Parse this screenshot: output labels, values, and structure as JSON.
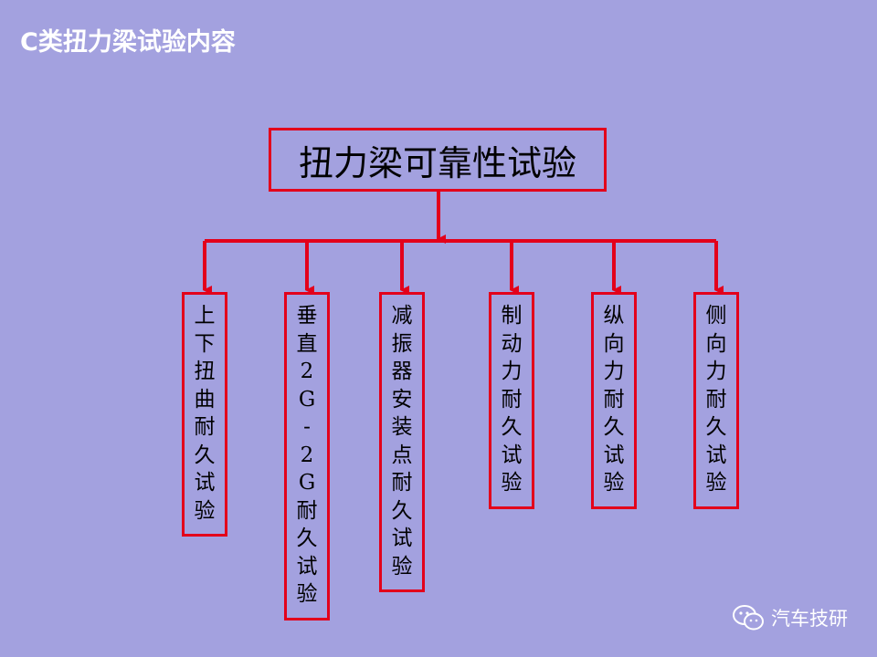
{
  "title": "C类扭力梁试验内容",
  "root": {
    "label": "扭力梁可靠性试验"
  },
  "children": [
    {
      "label": "上下扭曲耐久试验"
    },
    {
      "label": "垂直2G-2G耐久试验"
    },
    {
      "label": "减振器安装点耐久试验"
    },
    {
      "label": "制动力耐久试验"
    },
    {
      "label": "纵向力耐久试验"
    },
    {
      "label": "侧向力耐久试验"
    }
  ],
  "watermark": {
    "text": "汽车技研",
    "icon": "wechat-icon"
  },
  "colors": {
    "background": "#a3a1df",
    "border": "#e3001b",
    "title": "#ffffff"
  }
}
